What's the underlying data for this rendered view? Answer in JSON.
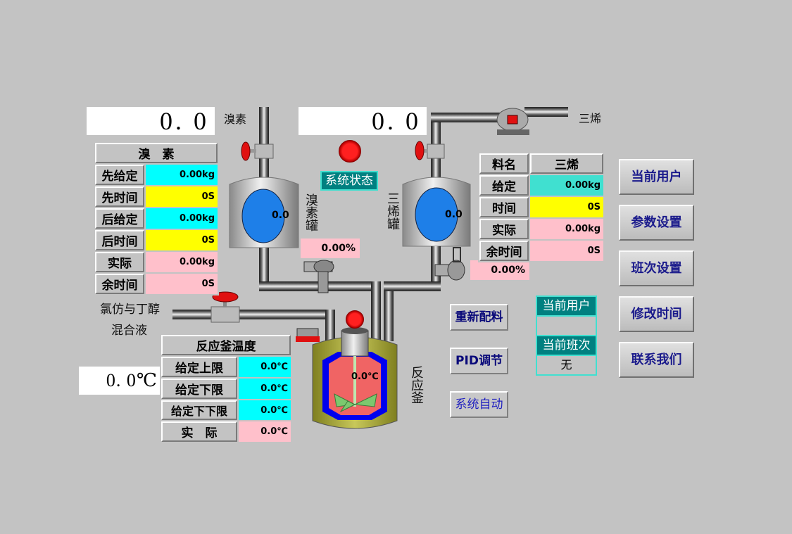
{
  "bromine": {
    "display_value": "0. 0",
    "pipe_label": "溴素",
    "tank_label": "溴素罐",
    "tank_level": "0.0",
    "flow_percent": "0.00%",
    "table": {
      "title": "溴　素",
      "rows": [
        {
          "label": "先给定",
          "value": "0.00kg",
          "color": "cyan"
        },
        {
          "label": "先时间",
          "value": "0S",
          "color": "yellow"
        },
        {
          "label": "后给定",
          "value": "0.00kg",
          "color": "cyan"
        },
        {
          "label": "后时间",
          "value": "0S",
          "color": "yellow"
        },
        {
          "label": "实际",
          "value": "0.00kg",
          "color": "pink"
        },
        {
          "label": "余时间",
          "value": "0S",
          "color": "pink"
        }
      ]
    }
  },
  "triene": {
    "display_value": "0. 0",
    "pipe_label": "三烯",
    "tank_label": "三烯罐",
    "tank_level": "0.0",
    "flow_percent": "0.00%",
    "table": {
      "header_label": "料名",
      "header_value": "三烯",
      "rows": [
        {
          "label": "给定",
          "value": "0.00kg",
          "color": "teal"
        },
        {
          "label": "时间",
          "value": "0S",
          "color": "yellow"
        },
        {
          "label": "实际",
          "value": "0.00kg",
          "color": "pink"
        },
        {
          "label": "余时间",
          "value": "0S",
          "color": "pink"
        }
      ]
    }
  },
  "system_status_label": "系统状态",
  "mixture": {
    "label_line1": "氯仿与丁醇",
    "label_line2": "混合液"
  },
  "reactor": {
    "label": "反应釜",
    "temp_display": "0. 0℃",
    "inner_temp": "0.0℃",
    "table": {
      "title": "反应釜温度",
      "rows": [
        {
          "label": "给定上限",
          "value": "0.0℃",
          "color": "cyan"
        },
        {
          "label": "给定下限",
          "value": "0.0℃",
          "color": "cyan"
        },
        {
          "label": "给定下下限",
          "value": "0.0℃",
          "color": "cyan"
        },
        {
          "label": "实　际",
          "value": "0.0℃",
          "color": "pink"
        }
      ]
    }
  },
  "controls": {
    "rebatch": "重新配料",
    "pid": "PID调节",
    "auto": "系统自动"
  },
  "info": {
    "current_user_label": "当前用户",
    "current_user_value": "",
    "current_shift_label": "当前班次",
    "current_shift_value": "无"
  },
  "menu": [
    {
      "label": "当前用户"
    },
    {
      "label": "参数设置"
    },
    {
      "label": "班次设置"
    },
    {
      "label": "修改时间"
    },
    {
      "label": "联系我们"
    }
  ],
  "colors": {
    "cyan": "#00ffff",
    "teal": "#40e0d0",
    "yellow": "#ffff00",
    "pink": "#ffc0cb",
    "status_bg": "#008080",
    "alarm_red": "#ff0000",
    "tank_blue": "#1e7fe8"
  }
}
